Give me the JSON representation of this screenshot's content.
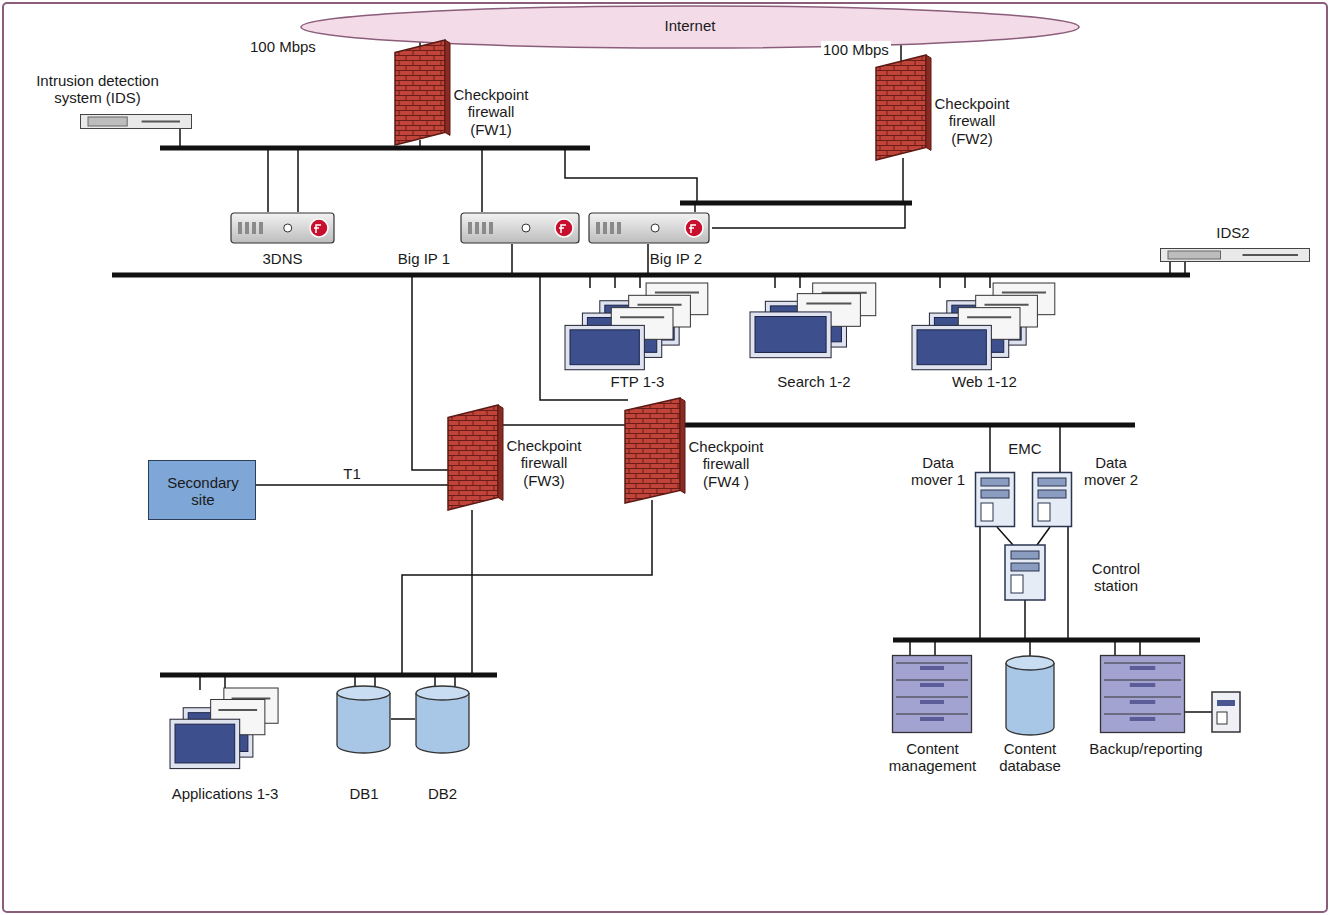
{
  "diagram": {
    "nodes": [
      {
        "text": [
          "Internet"
        ]
      },
      {
        "text": [
          "Intrusion detection system (IDS)"
        ]
      },
      {
        "text": [
          "Checkpoint firewall (FW1)"
        ]
      },
      {
        "text": [
          "Checkpoint firewall (FW2)"
        ]
      },
      {
        "text": [
          "3DNS"
        ]
      },
      {
        "text": [
          "Big IP 1"
        ]
      },
      {
        "text": [
          "Big IP 2"
        ]
      },
      {
        "text": [
          "IDS2"
        ]
      },
      {
        "text": [
          "FTP 1-3"
        ]
      },
      {
        "text": [
          "Search 1-2"
        ]
      },
      {
        "text": [
          "Web 1-12"
        ]
      },
      {
        "text": [
          "Secondary site"
        ]
      },
      {
        "text": [
          "Checkpoint firewall (FW3)"
        ]
      },
      {
        "text": [
          "Checkpoint firewall (FW4 )"
        ]
      },
      {
        "text": [
          "Data mover 1"
        ]
      },
      {
        "text": [
          "Data mover 2"
        ]
      },
      {
        "text": [
          "Content management"
        ]
      },
      {
        "text": [
          "Content database"
        ]
      },
      {
        "text": [
          "Backup/reporting"
        ]
      },
      {
        "text": [
          "Applications 1-3"
        ]
      },
      {
        "text": [
          "DB1"
        ]
      },
      {
        "text": [
          "DB2"
        ]
      }
    ],
    "edges": [
      {
        "from": 0,
        "to": 2,
        "arrow": "none",
        "label": "100 Mbps"
      },
      {
        "from": 0,
        "to": 3,
        "arrow": "none",
        "label": "100 Mbps"
      },
      {
        "from": 11,
        "to": 12,
        "arrow": "none",
        "label": "T1"
      },
      {
        "from": 20,
        "to": 21,
        "arrow": "none"
      }
    ],
    "labels": [
      "EMC",
      "Control station"
    ]
  }
}
